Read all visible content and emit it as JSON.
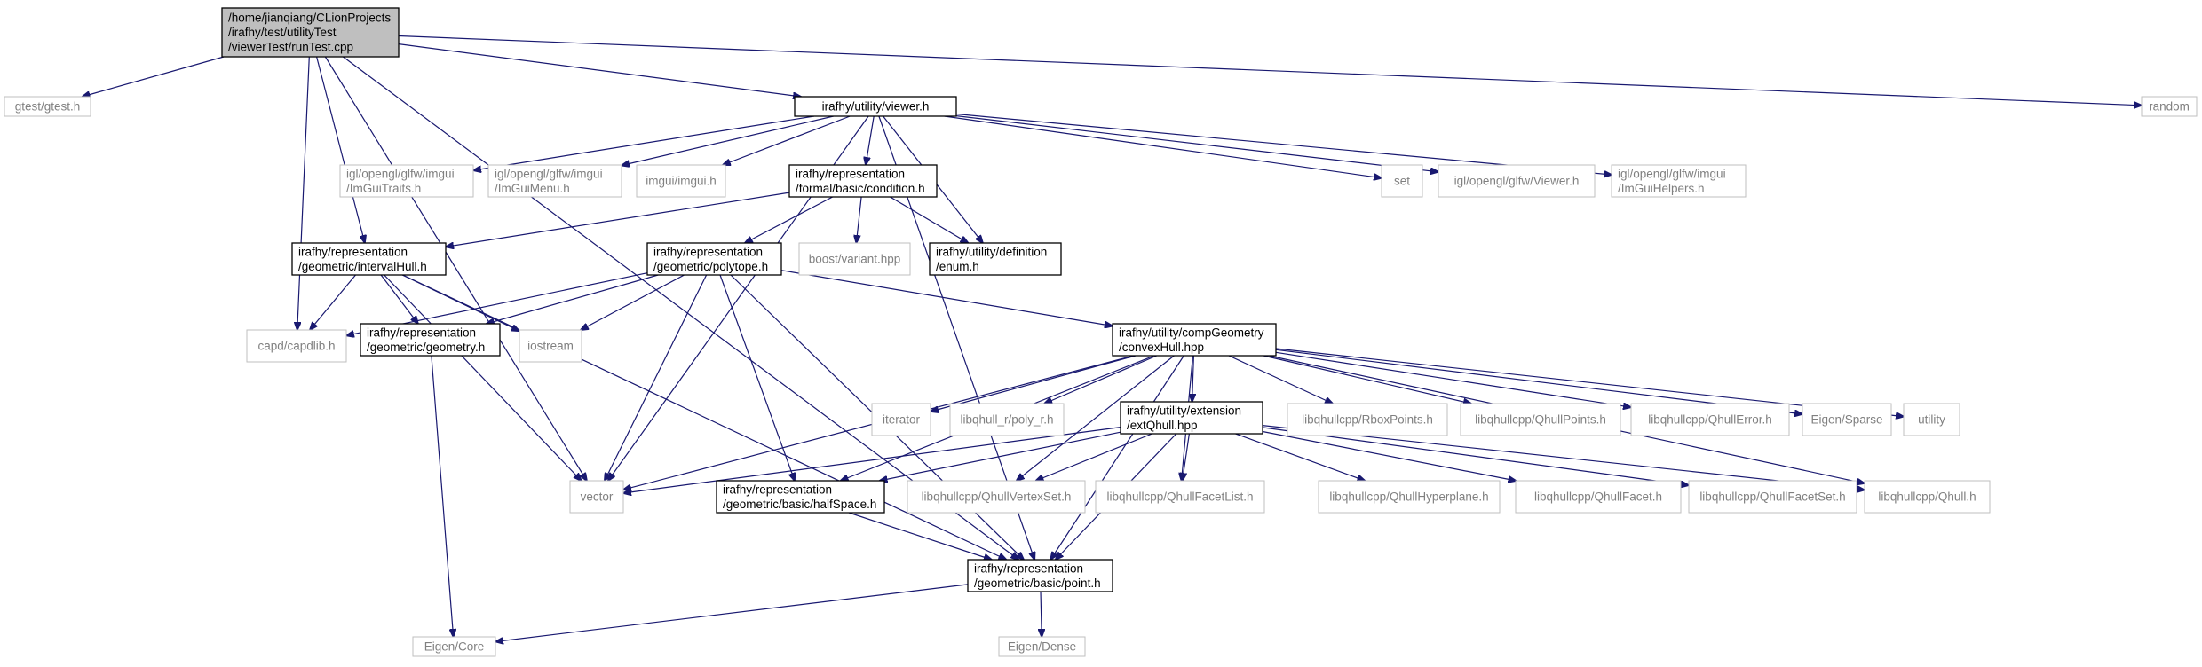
{
  "colors": {
    "edge": "#191970",
    "root_fill": "#bfbfbf",
    "root_border": "#000000",
    "internal_border": "#000000",
    "external_border": "#bfbfbf",
    "external_text": "#808080",
    "text": "#000000"
  },
  "nodes": [
    {
      "id": "root",
      "lines": [
        "/home/jianqiang/CLionProjects",
        "/irafhy/test/utilityTest",
        "/viewerTest/runTest.cpp"
      ],
      "kind": "root"
    },
    {
      "id": "gtest",
      "lines": [
        "gtest/gtest.h"
      ],
      "kind": "external"
    },
    {
      "id": "viewer",
      "lines": [
        "irafhy/utility/viewer.h"
      ],
      "kind": "internal"
    },
    {
      "id": "random",
      "lines": [
        "random"
      ],
      "kind": "external"
    },
    {
      "id": "imguitraits",
      "lines": [
        "igl/opengl/glfw/imgui",
        "/ImGuiTraits.h"
      ],
      "kind": "external"
    },
    {
      "id": "imguimenu",
      "lines": [
        "igl/opengl/glfw/imgui",
        "/ImGuiMenu.h"
      ],
      "kind": "external"
    },
    {
      "id": "imgui",
      "lines": [
        "imgui/imgui.h"
      ],
      "kind": "external"
    },
    {
      "id": "condition",
      "lines": [
        "irafhy/representation",
        "/formal/basic/condition.h"
      ],
      "kind": "internal"
    },
    {
      "id": "set",
      "lines": [
        "set"
      ],
      "kind": "external"
    },
    {
      "id": "iglviewer",
      "lines": [
        "igl/opengl/glfw/Viewer.h"
      ],
      "kind": "external"
    },
    {
      "id": "imguihelpers",
      "lines": [
        "igl/opengl/glfw/imgui",
        "/ImGuiHelpers.h"
      ],
      "kind": "external"
    },
    {
      "id": "intervalhull",
      "lines": [
        "irafhy/representation",
        "/geometric/intervalHull.h"
      ],
      "kind": "internal"
    },
    {
      "id": "polytope",
      "lines": [
        "irafhy/representation",
        "/geometric/polytope.h"
      ],
      "kind": "internal"
    },
    {
      "id": "variant",
      "lines": [
        "boost/variant.hpp"
      ],
      "kind": "external"
    },
    {
      "id": "enum",
      "lines": [
        "irafhy/utility/definition",
        "/enum.h"
      ],
      "kind": "internal"
    },
    {
      "id": "capdlib",
      "lines": [
        "capd/capdlib.h"
      ],
      "kind": "external"
    },
    {
      "id": "geometry",
      "lines": [
        "irafhy/representation",
        "/geometric/geometry.h"
      ],
      "kind": "internal"
    },
    {
      "id": "iostream",
      "lines": [
        "iostream"
      ],
      "kind": "external"
    },
    {
      "id": "convexhull",
      "lines": [
        "irafhy/utility/compGeometry",
        "/convexHull.hpp"
      ],
      "kind": "internal"
    },
    {
      "id": "iterator",
      "lines": [
        "iterator"
      ],
      "kind": "external"
    },
    {
      "id": "polyr",
      "lines": [
        "libqhull_r/poly_r.h"
      ],
      "kind": "external"
    },
    {
      "id": "extqhull",
      "lines": [
        "irafhy/utility/extension",
        "/extQhull.hpp"
      ],
      "kind": "internal"
    },
    {
      "id": "rboxpoints",
      "lines": [
        "libqhullcpp/RboxPoints.h"
      ],
      "kind": "external"
    },
    {
      "id": "qhullpoints",
      "lines": [
        "libqhullcpp/QhullPoints.h"
      ],
      "kind": "external"
    },
    {
      "id": "qhullerror",
      "lines": [
        "libqhullcpp/QhullError.h"
      ],
      "kind": "external"
    },
    {
      "id": "eigensparse",
      "lines": [
        "Eigen/Sparse"
      ],
      "kind": "external"
    },
    {
      "id": "utility",
      "lines": [
        "utility"
      ],
      "kind": "external"
    },
    {
      "id": "vector",
      "lines": [
        "vector"
      ],
      "kind": "external"
    },
    {
      "id": "halfspace",
      "lines": [
        "irafhy/representation",
        "/geometric/basic/halfSpace.h"
      ],
      "kind": "internal"
    },
    {
      "id": "vertexset",
      "lines": [
        "libqhullcpp/QhullVertexSet.h"
      ],
      "kind": "external"
    },
    {
      "id": "facetlist",
      "lines": [
        "libqhullcpp/QhullFacetList.h"
      ],
      "kind": "external"
    },
    {
      "id": "hyperplane",
      "lines": [
        "libqhullcpp/QhullHyperplane.h"
      ],
      "kind": "external"
    },
    {
      "id": "facet",
      "lines": [
        "libqhullcpp/QhullFacet.h"
      ],
      "kind": "external"
    },
    {
      "id": "facetset",
      "lines": [
        "libqhullcpp/QhullFacetSet.h"
      ],
      "kind": "external"
    },
    {
      "id": "qhull",
      "lines": [
        "libqhullcpp/Qhull.h"
      ],
      "kind": "external"
    },
    {
      "id": "point",
      "lines": [
        "irafhy/representation",
        "/geometric/basic/point.h"
      ],
      "kind": "internal"
    },
    {
      "id": "eigencore",
      "lines": [
        "Eigen/Core"
      ],
      "kind": "external"
    },
    {
      "id": "eigendense",
      "lines": [
        "Eigen/Dense"
      ],
      "kind": "external"
    }
  ],
  "edges": [
    [
      "root",
      "gtest"
    ],
    [
      "root",
      "viewer"
    ],
    [
      "root",
      "random"
    ],
    [
      "root",
      "intervalhull"
    ],
    [
      "root",
      "capdlib"
    ],
    [
      "root",
      "vector"
    ],
    [
      "root",
      "point"
    ],
    [
      "viewer",
      "imguitraits"
    ],
    [
      "viewer",
      "imguimenu"
    ],
    [
      "viewer",
      "imgui"
    ],
    [
      "viewer",
      "condition"
    ],
    [
      "viewer",
      "set"
    ],
    [
      "viewer",
      "iglviewer"
    ],
    [
      "viewer",
      "imguihelpers"
    ],
    [
      "viewer",
      "enum"
    ],
    [
      "viewer",
      "vector"
    ],
    [
      "viewer",
      "point"
    ],
    [
      "condition",
      "intervalhull"
    ],
    [
      "condition",
      "polytope"
    ],
    [
      "condition",
      "variant"
    ],
    [
      "condition",
      "enum"
    ],
    [
      "intervalhull",
      "capdlib"
    ],
    [
      "intervalhull",
      "geometry"
    ],
    [
      "intervalhull",
      "iostream"
    ],
    [
      "intervalhull",
      "vector"
    ],
    [
      "intervalhull",
      "point"
    ],
    [
      "polytope",
      "capdlib"
    ],
    [
      "polytope",
      "geometry"
    ],
    [
      "polytope",
      "iostream"
    ],
    [
      "polytope",
      "convexhull"
    ],
    [
      "polytope",
      "vector"
    ],
    [
      "polytope",
      "halfspace"
    ],
    [
      "polytope",
      "point"
    ],
    [
      "geometry",
      "eigencore"
    ],
    [
      "convexhull",
      "iterator"
    ],
    [
      "convexhull",
      "polyr"
    ],
    [
      "convexhull",
      "extqhull"
    ],
    [
      "convexhull",
      "rboxpoints"
    ],
    [
      "convexhull",
      "qhullpoints"
    ],
    [
      "convexhull",
      "qhullerror"
    ],
    [
      "convexhull",
      "eigensparse"
    ],
    [
      "convexhull",
      "utility"
    ],
    [
      "convexhull",
      "vector"
    ],
    [
      "convexhull",
      "halfspace"
    ],
    [
      "convexhull",
      "vertexset"
    ],
    [
      "convexhull",
      "facetlist"
    ],
    [
      "convexhull",
      "qhull"
    ],
    [
      "convexhull",
      "point"
    ],
    [
      "extqhull",
      "vector"
    ],
    [
      "extqhull",
      "halfspace"
    ],
    [
      "extqhull",
      "vertexset"
    ],
    [
      "extqhull",
      "facetlist"
    ],
    [
      "extqhull",
      "hyperplane"
    ],
    [
      "extqhull",
      "facet"
    ],
    [
      "extqhull",
      "facetset"
    ],
    [
      "extqhull",
      "qhull"
    ],
    [
      "extqhull",
      "point"
    ],
    [
      "halfspace",
      "point"
    ],
    [
      "point",
      "eigencore"
    ],
    [
      "point",
      "eigendense"
    ]
  ]
}
